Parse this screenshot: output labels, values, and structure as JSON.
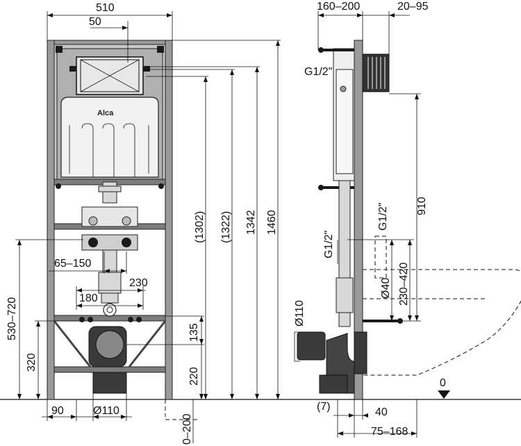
{
  "front_view": {
    "width_total": "510",
    "offset_top": "50",
    "height_1302": "(1302)",
    "height_1322": "(1322)",
    "height_1342": "1342",
    "height_1460": "1460",
    "range_65_150": "65–150",
    "dim_230": "230",
    "dim_180": "180",
    "range_530_720": "530–720",
    "dim_320": "320",
    "dim_135": "135",
    "dim_220": "220",
    "dim_90": "90",
    "diameter_110": "Ø110",
    "range_0_200": "0–200",
    "brand": "Alca"
  },
  "side_view": {
    "range_160_200": "160–200",
    "range_20_95": "20–95",
    "thread_top": "G1/2\"",
    "thread_mid_left": "G1/2\"",
    "thread_mid_right": "G1/2\"",
    "dim_910": "910",
    "range_230_420": "230–420",
    "diameter_40": "Ø40",
    "diameter_110": "Ø110",
    "dim_7": "(7)",
    "dim_40": "40",
    "range_75_168": "75–168",
    "floor_zero": "0"
  }
}
